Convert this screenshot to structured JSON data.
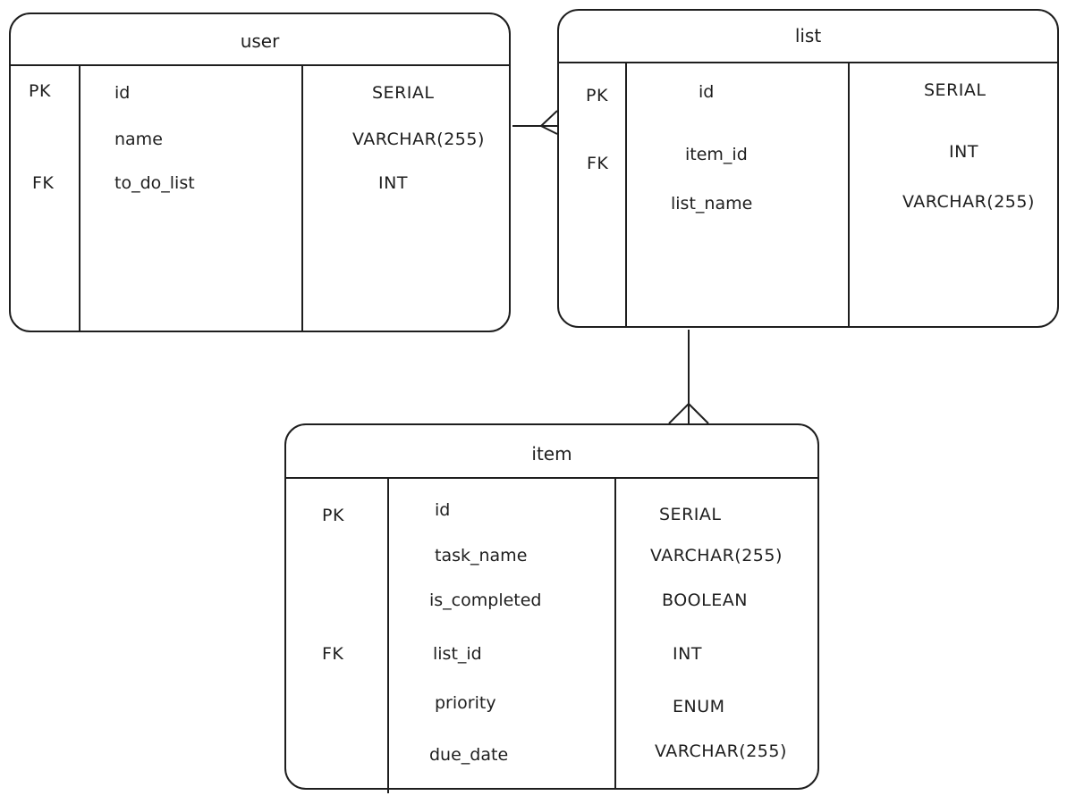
{
  "entities": {
    "user": {
      "title": "user",
      "rows": [
        {
          "key": "PK",
          "field": "id",
          "type": "SERIAL"
        },
        {
          "key": "",
          "field": "name",
          "type": "VARCHAR(255)"
        },
        {
          "key": "FK",
          "field": "to_do_list",
          "type": "INT"
        }
      ]
    },
    "list": {
      "title": "list",
      "rows": [
        {
          "key": "PK",
          "field": "id",
          "type": "SERIAL"
        },
        {
          "key": "FK",
          "field": "item_id",
          "type": "INT"
        },
        {
          "key": "",
          "field": "list_name",
          "type": "VARCHAR(255)"
        }
      ]
    },
    "item": {
      "title": "item",
      "rows": [
        {
          "key": "PK",
          "field": "id",
          "type": "SERIAL"
        },
        {
          "key": "",
          "field": "task_name",
          "type": "VARCHAR(255)"
        },
        {
          "key": "",
          "field": "is_completed",
          "type": "BOOLEAN"
        },
        {
          "key": "FK",
          "field": "list_id",
          "type": "INT"
        },
        {
          "key": "",
          "field": "priority",
          "type": "ENUM"
        },
        {
          "key": "",
          "field": "due_date",
          "type": "VARCHAR(255)"
        }
      ]
    }
  }
}
